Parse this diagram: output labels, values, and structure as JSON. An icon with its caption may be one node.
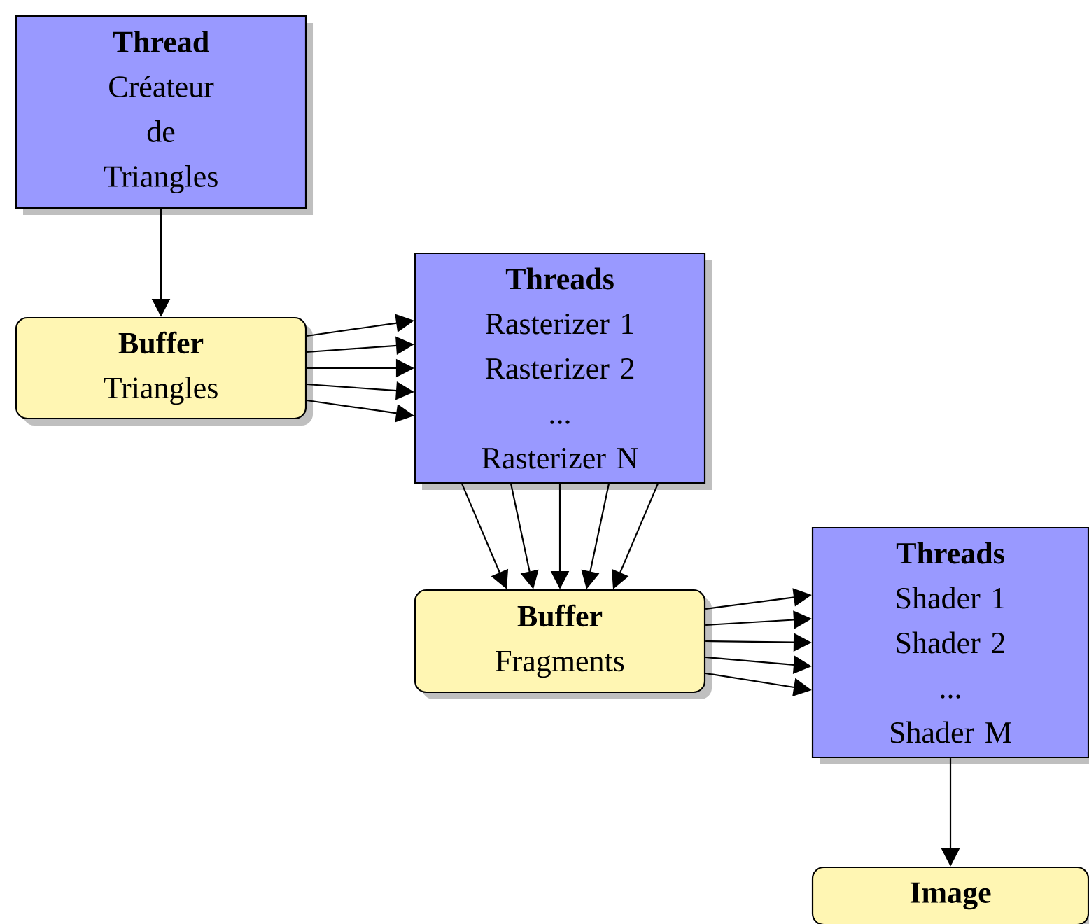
{
  "diagram": {
    "nodes": [
      {
        "text": [
          "Thread",
          "Créateur de Triangles"
        ]
      },
      {
        "text": [
          "Buffer",
          "Triangles"
        ]
      },
      {
        "text": [
          "Threads",
          "Rasterizer 1",
          "Rasterizer 2",
          "...",
          "Rasterizer N"
        ]
      },
      {
        "text": [
          "Buffer",
          "Fragments"
        ]
      },
      {
        "text": [
          "Threads",
          "Shader 1",
          "Shader 2",
          "...",
          "Shader M"
        ]
      },
      {
        "text": [
          "Image"
        ]
      }
    ],
    "edges": [
      {
        "from": 0,
        "to": 1,
        "arrow": "to"
      },
      {
        "from": 1,
        "to": 2,
        "arrow": "to"
      },
      {
        "from": 1,
        "to": 2,
        "arrow": "to"
      },
      {
        "from": 1,
        "to": 2,
        "arrow": "to"
      },
      {
        "from": 1,
        "to": 2,
        "arrow": "to"
      },
      {
        "from": 1,
        "to": 2,
        "arrow": "to"
      },
      {
        "from": 2,
        "to": 3,
        "arrow": "to"
      },
      {
        "from": 2,
        "to": 3,
        "arrow": "to"
      },
      {
        "from": 2,
        "to": 3,
        "arrow": "to"
      },
      {
        "from": 2,
        "to": 3,
        "arrow": "to"
      },
      {
        "from": 2,
        "to": 3,
        "arrow": "to"
      },
      {
        "from": 3,
        "to": 4,
        "arrow": "to"
      },
      {
        "from": 3,
        "to": 4,
        "arrow": "to"
      },
      {
        "from": 3,
        "to": 4,
        "arrow": "to"
      },
      {
        "from": 3,
        "to": 4,
        "arrow": "to"
      },
      {
        "from": 3,
        "to": 4,
        "arrow": "to"
      },
      {
        "from": 4,
        "to": 5,
        "arrow": "to"
      }
    ]
  }
}
